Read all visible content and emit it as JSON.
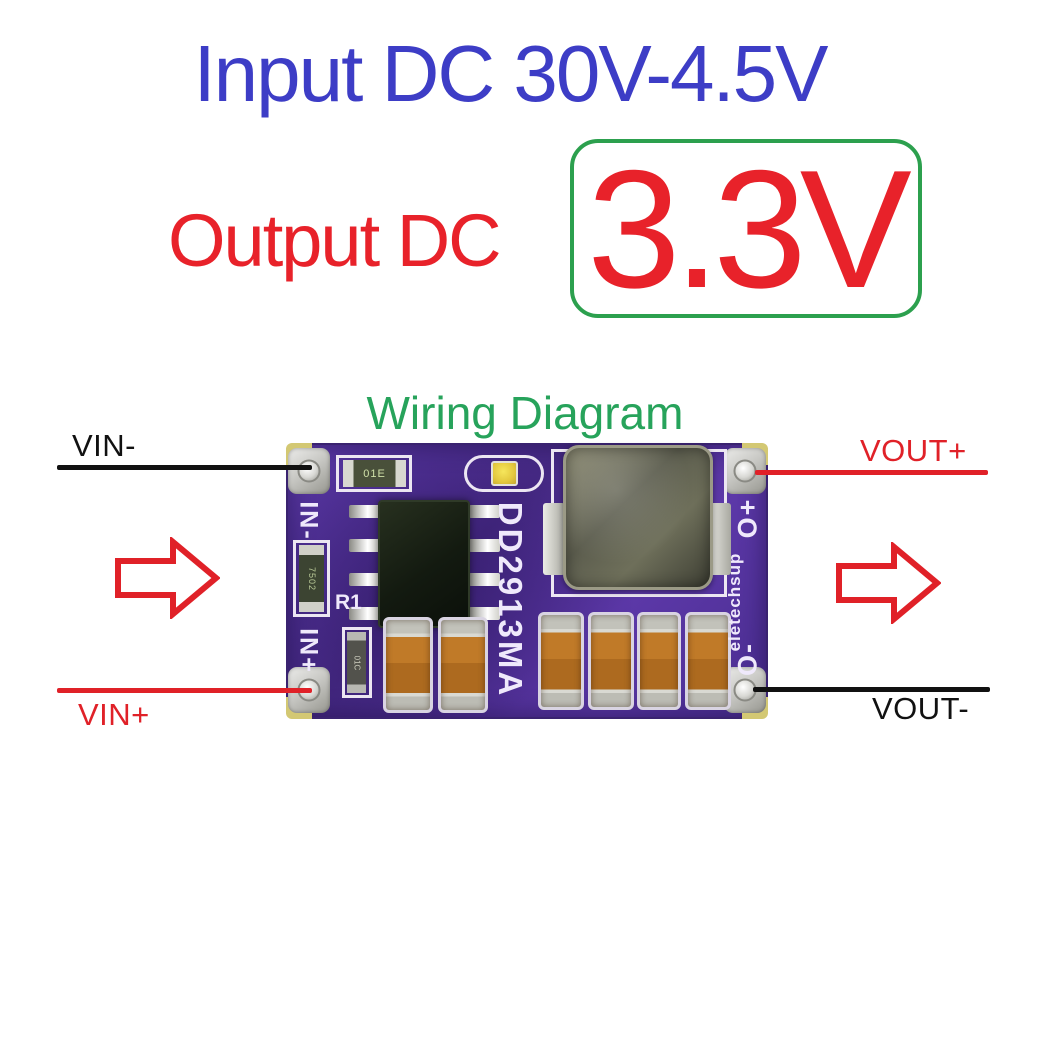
{
  "header": {
    "input_title": "Input DC 30V-4.5V",
    "output_label": "Output DC",
    "output_value": "3.3V"
  },
  "diagram": {
    "heading": "Wiring Diagram",
    "wires": {
      "vin_minus": "VIN-",
      "vin_plus": "VIN+",
      "vout_plus": "VOUT+",
      "vout_minus": "VOUT-"
    }
  },
  "board": {
    "model": "DD2913MA",
    "brand": "eletechsup",
    "pin_in_minus": "IN-",
    "pin_in_plus": "IN+",
    "pin_out_plus": "O+",
    "pin_out_minus": "O-",
    "ref_r1": "R1",
    "resistor_top_code": "01E",
    "resistor_left_code": "7502",
    "diode_code": "01C"
  },
  "colors": {
    "title_blue": "#3d3dc6",
    "accent_red": "#e8222a",
    "wire_red": "#e02128",
    "wire_black": "#111111",
    "heading_green": "#27a35b",
    "value_box_green": "#2ca04e",
    "pcb_purple": "#50309a",
    "capacitor_orange": "#c07a28",
    "corner_tab_yellow": "#d3c873"
  }
}
